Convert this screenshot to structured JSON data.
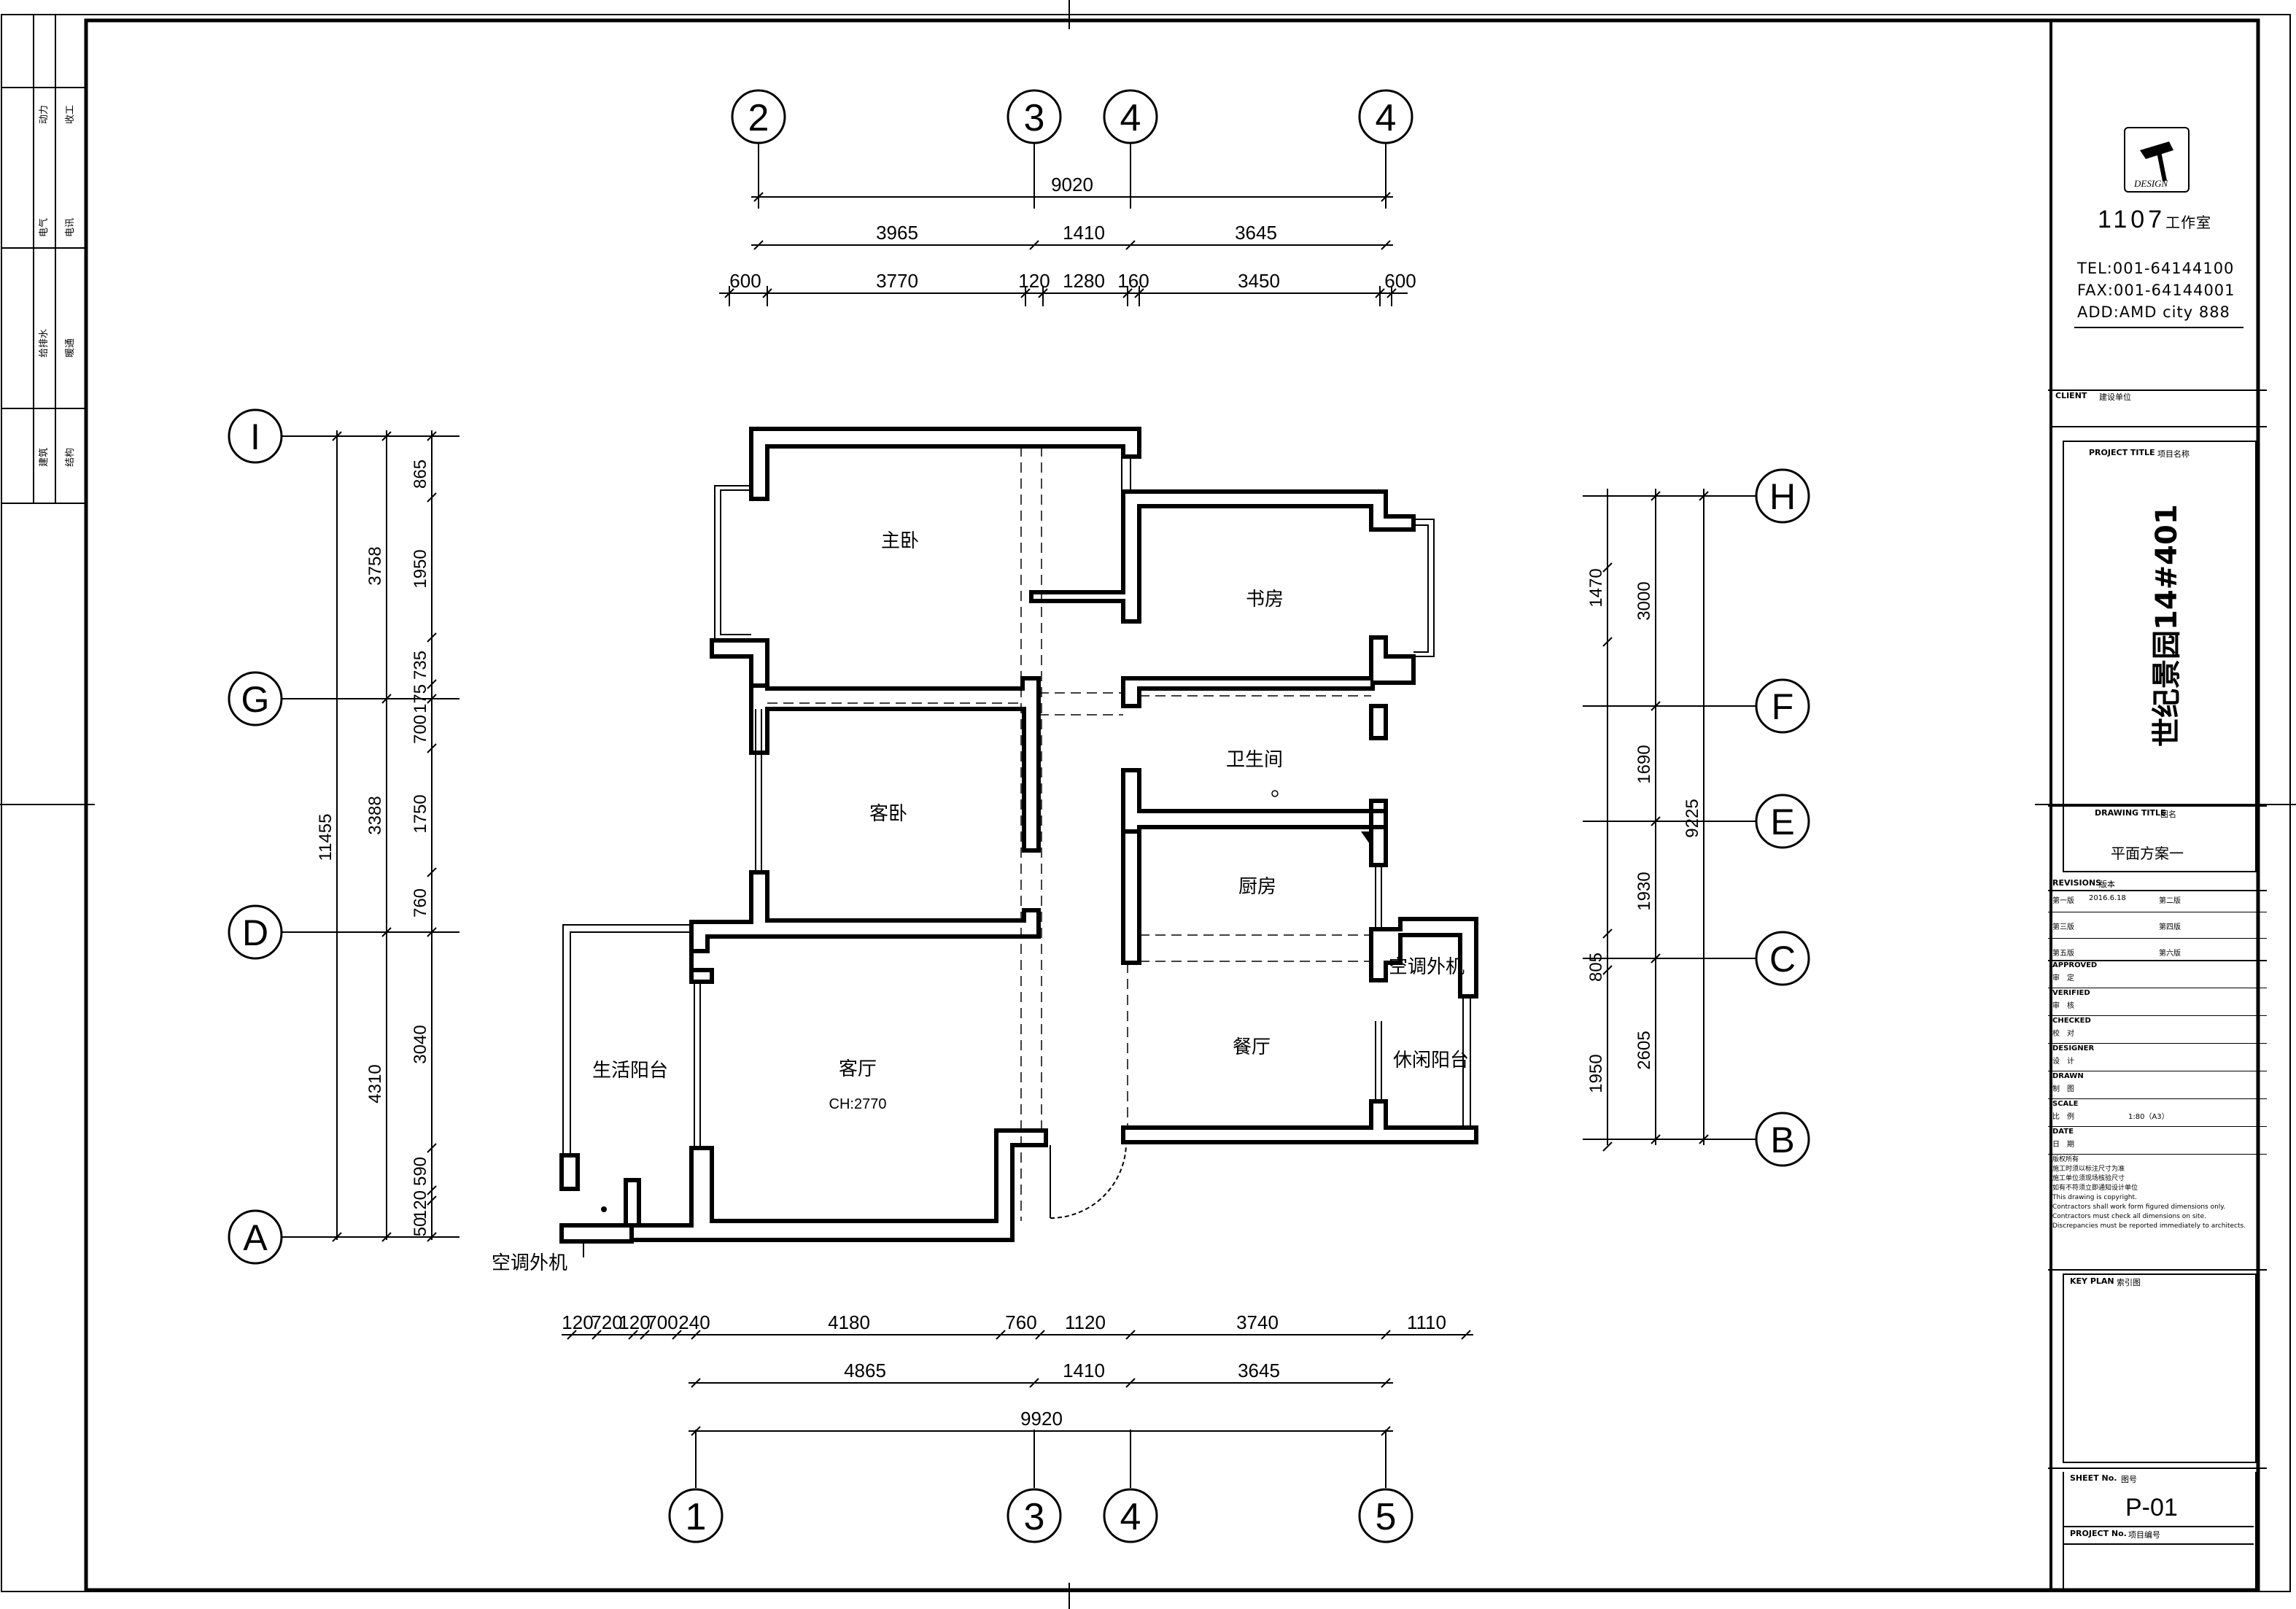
{
  "plan": {
    "axes_top": [
      "2",
      "3",
      "4",
      "4"
    ],
    "axes_bottom": [
      "1",
      "3",
      "4",
      "5"
    ],
    "axes_left": [
      "I",
      "G",
      "D",
      "A"
    ],
    "axes_right": [
      "H",
      "F",
      "E",
      "C",
      "B"
    ],
    "dims_top_row1": [
      "9020"
    ],
    "dims_top_row2": [
      "3965",
      "1410",
      "3645"
    ],
    "dims_top_row3": [
      "600",
      "3770",
      "120",
      "1280",
      "160",
      "3450",
      "600"
    ],
    "dims_bottom_row1": [
      "120",
      "720",
      "120",
      "700",
      "240",
      "4180",
      "760",
      "1120",
      "3740",
      "1110"
    ],
    "dims_bottom_row2": [
      "4865",
      "1410",
      "3645"
    ],
    "dims_bottom_row3": [
      "9920"
    ],
    "dims_left_total": "11455",
    "dims_left_mid": [
      "3758",
      "3388",
      "4310"
    ],
    "dims_left_inner": [
      "865",
      "1950",
      "735",
      "175",
      "700",
      "1750",
      "760",
      "3040",
      "590",
      "120",
      "50"
    ],
    "dims_right_total": "9225",
    "dims_right_mid": [
      "3000",
      "1690",
      "1930",
      "805",
      "2605"
    ],
    "dims_right_inner": [
      "1470",
      "1950"
    ],
    "rooms": {
      "master_bedroom": "主卧",
      "study": "书房",
      "bathroom": "卫生间",
      "guest_bedroom": "客卧",
      "kitchen": "厨房",
      "living_room": "客厅",
      "ceiling_height": "CH:2770",
      "dining_room": "餐厅",
      "service_balcony": "生活阳台",
      "leisure_balcony": "休闲阳台",
      "ac_unit_right": "空调外机",
      "ac_unit_bottom": "空调外机"
    }
  },
  "left_strip": {
    "rows": [
      [
        "动力",
        "收工"
      ],
      [
        "电气",
        "电讯"
      ],
      [
        "给排水",
        "暖通"
      ],
      [
        "建筑",
        "结构"
      ]
    ]
  },
  "title_block": {
    "studio_name": "1107",
    "studio_suffix": "工作室",
    "logo_text": "DESIGN",
    "tel": "TEL:001-64144100",
    "fax": "FAX:001-64144001",
    "address": "ADD:AMD city 888",
    "client_label": "CLIENT",
    "client_label_cn": "建设单位",
    "project_title_label": "PROJECT TITLE",
    "project_title_label_cn": "项目名称",
    "project_name": "世纪景园14#401",
    "drawing_title_label": "DRAWING TITLE",
    "drawing_title_label_cn": "图名",
    "drawing_name": "平面方案一",
    "revisions_label": "REVISIONS",
    "revisions_label_cn": "版本",
    "rev1": "第一版",
    "rev1_date": "2016.6.18",
    "rev2": "第二版",
    "rev3": "第三版",
    "rev4": "第四版",
    "rev5": "第五版",
    "rev6": "第六版",
    "approved_label": "APPROVED",
    "approved_cn": "审　定",
    "verified_label": "VERIFIED",
    "verified_cn": "审　核",
    "checked_label": "CHECKED",
    "checked_cn": "校　对",
    "designer_label": "DESIGNER",
    "designer_cn": "设　计",
    "drawn_label": "DRAWN",
    "drawn_cn": "制　图",
    "scale_label": "SCALE",
    "scale_cn": "比　例",
    "scale_value": "1:80（A3）",
    "date_label": "DATE",
    "date_cn": "日　期",
    "notes": [
      "版权所有",
      "施工时须以标注尺寸为准",
      "施工单位须现场核验尺寸",
      "如有不符须立即通知设计单位",
      "This drawing is copyright.",
      "Contractors shall work form figured dimensions only.",
      "Contractors must check all dimensions on site.",
      "Discrepancies must be reported immediately to architects."
    ],
    "key_plan_label": "KEY PLAN",
    "key_plan_cn": "索引图",
    "sheet_no_label": "SHEET No.",
    "sheet_no_cn": "图号",
    "sheet_no": "P-01",
    "project_no_label": "PROJECT No.",
    "project_no_cn": "项目编号"
  }
}
